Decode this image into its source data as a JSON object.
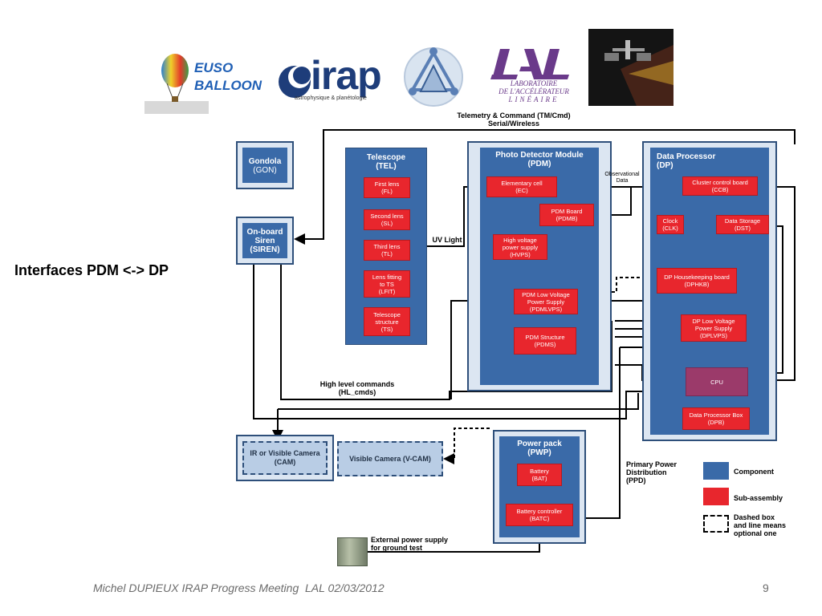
{
  "slide": {
    "title": "Interfaces PDM <-> DP",
    "footer": "Michel DUPIEUX IRAP Progress Meeting  LAL 02/03/2012",
    "page_number": "9"
  },
  "logos": {
    "euso": {
      "line1": "EUSO",
      "line2": "BALLOON"
    },
    "irap": {
      "name": "irap",
      "tagline": "astrophysique & planétologie"
    },
    "lal": {
      "name": "LAL",
      "line1": "LABORATOIRE",
      "line2": "DE L'ACCÉLÉRATEUR",
      "line3": "LINÉAIRE"
    }
  },
  "labels": {
    "tm_cmd_line1": "Telemetry & Command (TM/Cmd)",
    "tm_cmd_line2": "Serial/Wireless",
    "uv_light": "UV Light",
    "observational_line1": "Observational",
    "observational_line2": "Data",
    "hl_cmds_line1": "High level commands",
    "hl_cmds_line2": "(HL_cmds)",
    "ppd_line1": "Primary Power",
    "ppd_line2": "Distribution",
    "ppd_line3": "(PPD)",
    "ext_power_line1": "External power supply",
    "ext_power_line2": "for ground test"
  },
  "blocks": {
    "gondola": {
      "name": "Gondola",
      "code": "(GON)"
    },
    "siren": {
      "line1": "On-board",
      "line2": "Siren",
      "code": "(SIREN)"
    },
    "telescope": {
      "name": "Telescope",
      "code": "(TEL)"
    },
    "pdm": {
      "name": "Photo Detector Module",
      "code": "(PDM)"
    },
    "dp": {
      "name": "Data Processor",
      "code": "(DP)"
    },
    "pwp": {
      "name": "Power pack",
      "code": "(PWP)"
    },
    "cam": {
      "line1": "IR or Visible Camera",
      "code": "(CAM)"
    },
    "vcam": {
      "name": "Visible Camera (V-CAM)"
    }
  },
  "subassemblies": {
    "fl": {
      "name": "First lens",
      "code": "(FL)"
    },
    "sl": {
      "name": "Second lens",
      "code": "(SL)"
    },
    "tl": {
      "name": "Third lens",
      "code": "(TL)"
    },
    "lfit": {
      "line1": "Lens fitting",
      "line2": "to TS",
      "code": "(LFIT)"
    },
    "ts": {
      "line1": "Telescope",
      "line2": "structure",
      "code": "(TS)"
    },
    "ec": {
      "name": "Elementary cell",
      "code": "(EC)"
    },
    "pdmb": {
      "name": "PDM Board",
      "code": "(PDMB)"
    },
    "hvps": {
      "line1": "High voltage",
      "line2": "power supply",
      "code": "(HVPS)"
    },
    "pdmlvps": {
      "line1": "PDM Low Voltage",
      "line2": "Power Supply",
      "code": "(PDMLVPS)"
    },
    "pdms": {
      "name": "PDM Structure",
      "code": "(PDMS)"
    },
    "ccb": {
      "name": "Cluster control board",
      "code": "(CCB)"
    },
    "clk": {
      "name": "Clock",
      "code": "(CLK)"
    },
    "dst": {
      "name": "Data Storage",
      "code": "(DST)"
    },
    "dphkb": {
      "name": "DP Housekeeping board",
      "code": "(DPHKB)"
    },
    "dplvps": {
      "line1": "DP Low Voltage",
      "line2": "Power Supply",
      "code": "(DPLVPS)"
    },
    "cpu": {
      "name": "CPU"
    },
    "dpb": {
      "name": "Data Processor Box",
      "code": "(DPB)"
    },
    "bat": {
      "name": "Battery",
      "code": "(BAT)"
    },
    "batc": {
      "name": "Battery controller",
      "code": "(BATC)"
    }
  },
  "legend": {
    "component": "Component",
    "subassembly": "Sub-assembly",
    "dashed_line1": "Dashed box",
    "dashed_line2": "and line means",
    "dashed_line3": "optional one"
  },
  "colors": {
    "component": "#3a6aa8",
    "subassembly": "#e8262d",
    "container_frame": "#dce6f2"
  }
}
